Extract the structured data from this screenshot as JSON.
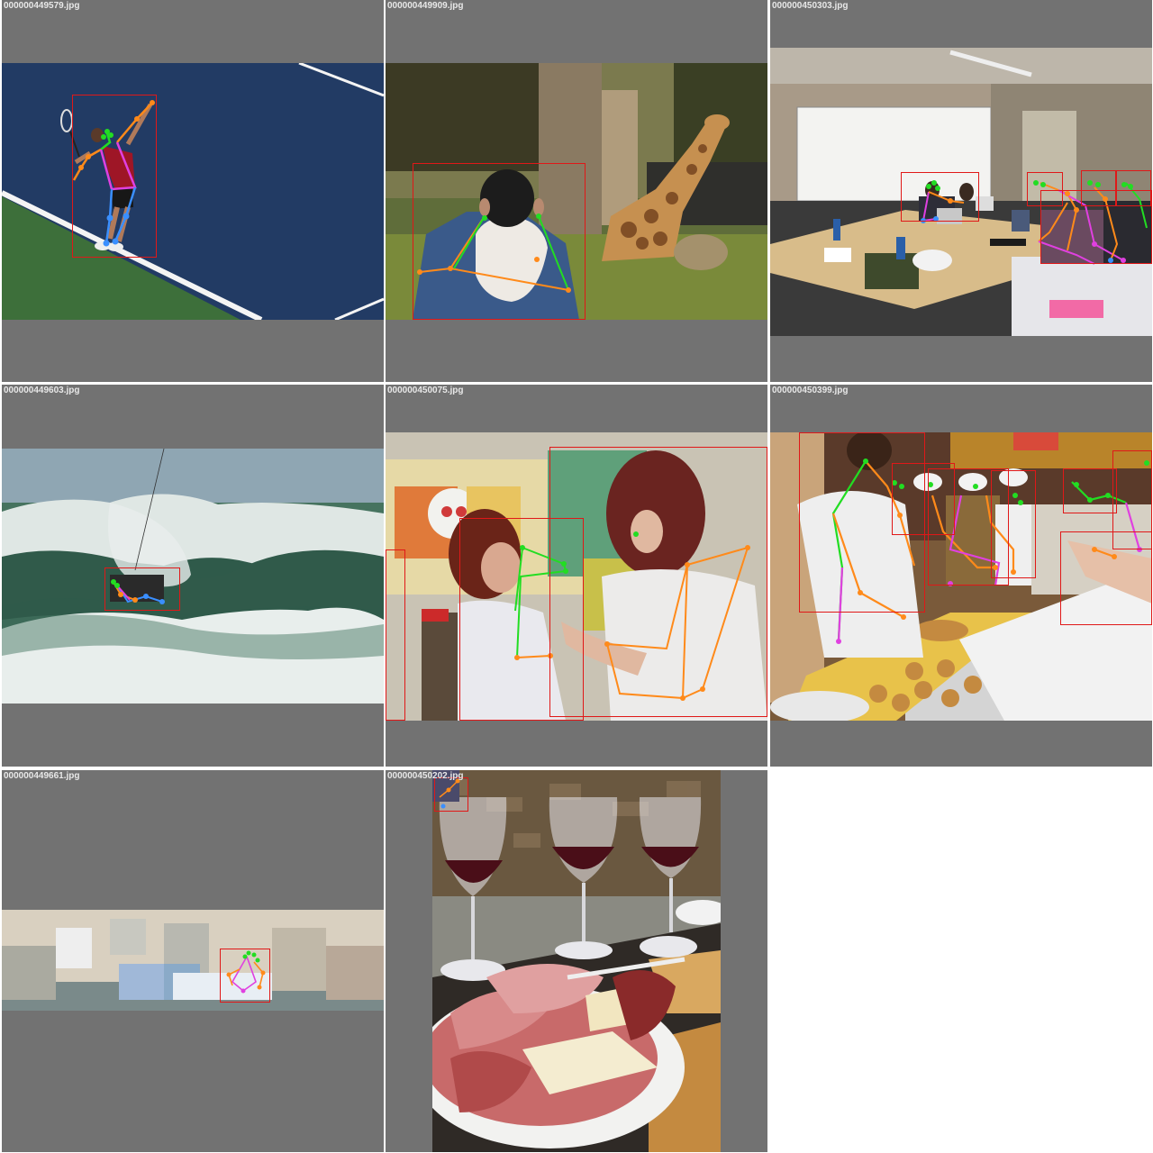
{
  "grid": {
    "background": "#727272",
    "gap_color": "#ffffff",
    "tiles": [
      {
        "filename": "000000449579.jpg",
        "scene": "tennis-serve"
      },
      {
        "filename": "000000449909.jpg",
        "scene": "giraffe-viewer"
      },
      {
        "filename": "000000450303.jpg",
        "scene": "classroom"
      },
      {
        "filename": "000000449603.jpg",
        "scene": "kitesurf"
      },
      {
        "filename": "000000450075.jpg",
        "scene": "two-women-mural"
      },
      {
        "filename": "000000450399.jpg",
        "scene": "bakery-counter"
      },
      {
        "filename": "000000449661.jpg",
        "scene": "hospital-ward"
      },
      {
        "filename": "000000450202.jpg",
        "scene": "wine-and-charcuterie"
      }
    ]
  },
  "overlay": {
    "bbox_color": "#e01818",
    "keypoint_colors": {
      "head": "#22dd22",
      "arms": "#ff8a1a",
      "torso": "#e040e0",
      "legs": "#3a8fff"
    }
  }
}
